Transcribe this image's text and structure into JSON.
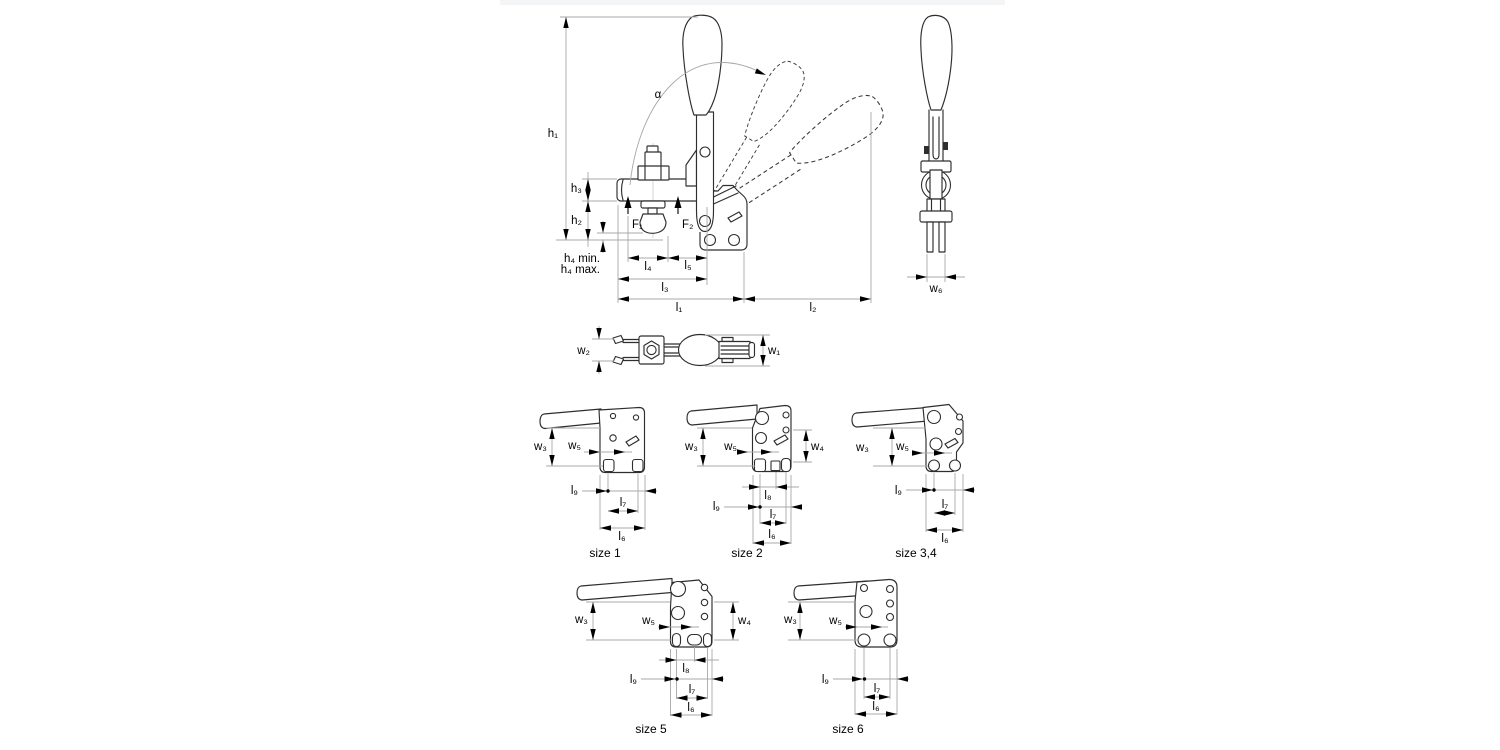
{
  "meta": {
    "type": "technical-dimension-drawing",
    "subject": "vertical toggle clamp with open-position phantom views and mounting-plate variants"
  },
  "colors": {
    "background": "#ffffff",
    "outline": "#2e2e2e",
    "dimension_line": "#a8a8a8",
    "text": "#000000",
    "top_strip": "#f3f5f6"
  },
  "labels": {
    "alpha": "α",
    "h1": "h₁",
    "h2": "h₂",
    "h3": "h₃",
    "h4_min": "h₄ min.",
    "h4_max": "h₄ max.",
    "f1": "F₁",
    "f2": "F₂",
    "l1": "l₁",
    "l2": "l₂",
    "l3": "l₃",
    "l4": "l₄",
    "l5": "l₅",
    "l6": "l₆",
    "l7": "l₇",
    "l8": "l₈",
    "l9": "l₉",
    "w1": "w₁",
    "w2": "w₂",
    "w3": "w₃",
    "w4": "w₄",
    "w5": "w₅",
    "w6": "w₆"
  },
  "captions": {
    "size1": "size 1",
    "size2": "size 2",
    "size34": "size 3,4",
    "size5": "size 5",
    "size6": "size 6"
  }
}
